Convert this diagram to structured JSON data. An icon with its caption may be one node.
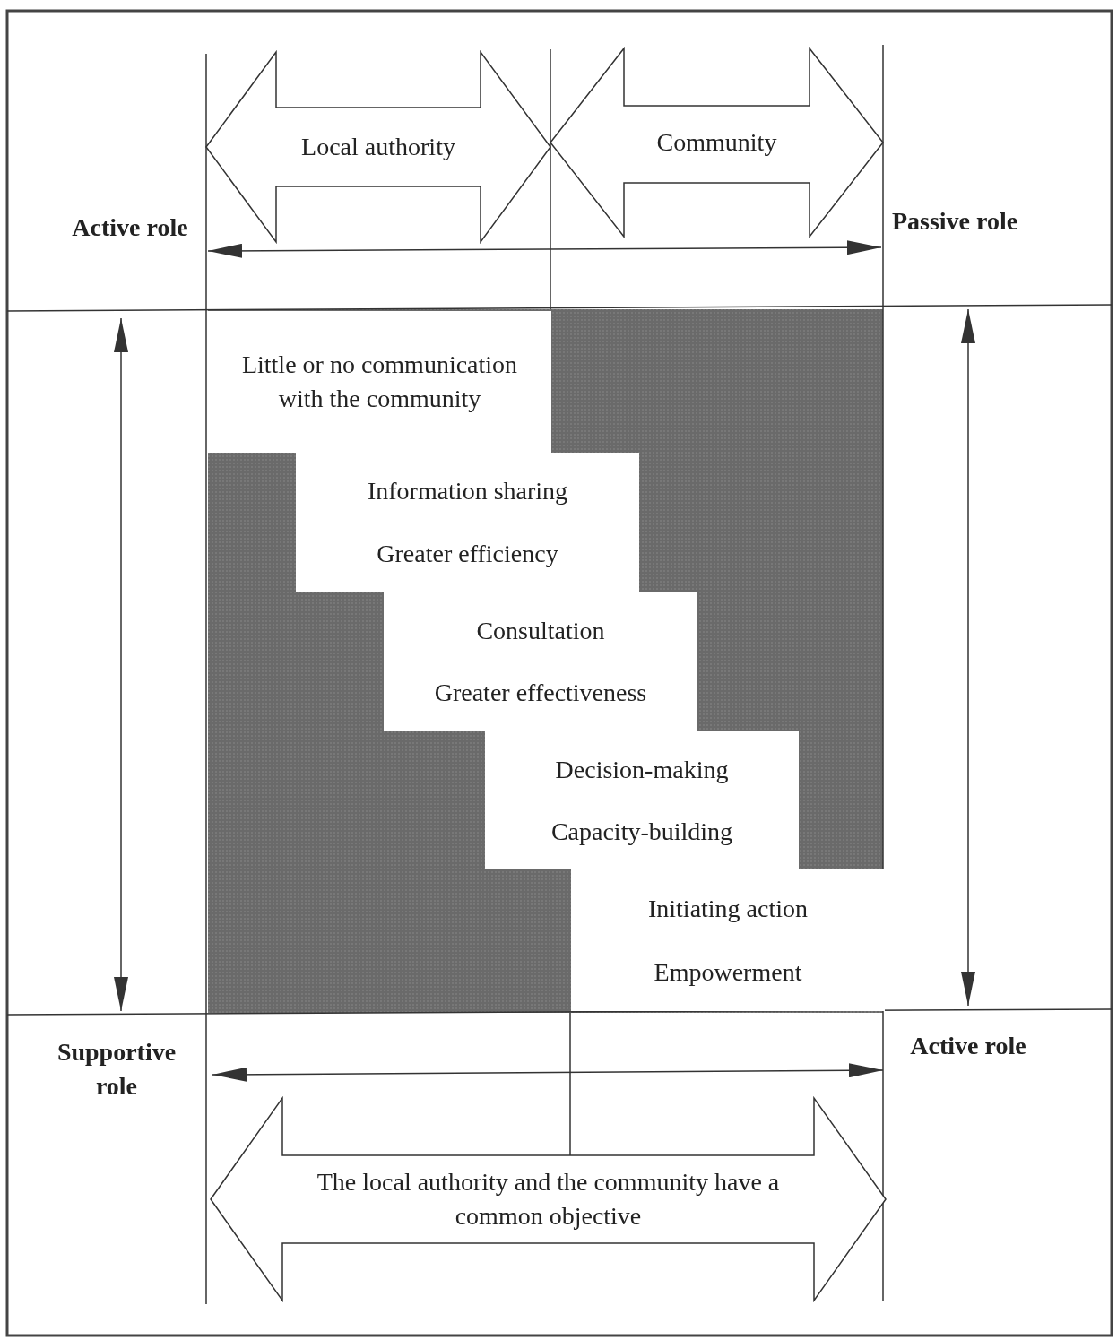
{
  "diagram": {
    "nodes": [
      {
        "text": [
          "Local authority"
        ]
      },
      {
        "text": [
          "Community"
        ]
      },
      {
        "text": [
          "Little or no communication with the community"
        ]
      },
      {
        "text": [
          "Information sharing",
          "Greater efficiency"
        ]
      },
      {
        "text": [
          "Consultation",
          "Greater effectiveness"
        ]
      },
      {
        "text": [
          "Decision-making",
          "Capacity-building"
        ]
      },
      {
        "text": [
          "Initiating action",
          "Empowerment"
        ]
      },
      {
        "text": [
          "The local authority and the community have a common objective"
        ]
      }
    ],
    "labels": [
      "Active role",
      "Passive role",
      "Supportive role",
      "Active role"
    ]
  }
}
